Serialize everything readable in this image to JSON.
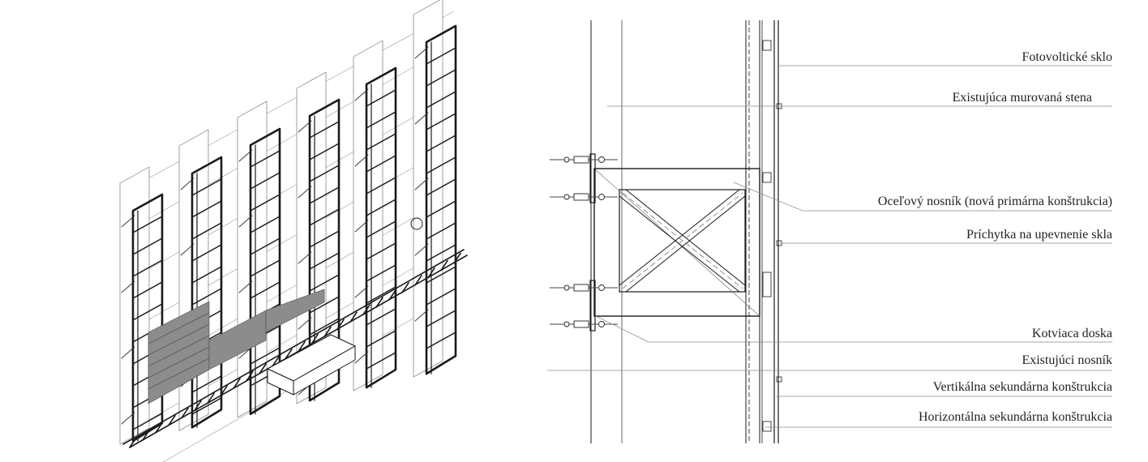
{
  "labels": [
    {
      "key": "pv_glass",
      "text": "Fotovoltické sklo"
    },
    {
      "key": "masonry_wall",
      "text": "Existujúca murovaná stena"
    },
    {
      "key": "steel_beam",
      "text": "Oceľový nosník (nová primárna konštrukcia)"
    },
    {
      "key": "glass_clip",
      "text": "Príchytka na upevnenie skla"
    },
    {
      "key": "anchor_plate",
      "text": "Kotviaca doska"
    },
    {
      "key": "existing_beam",
      "text": "Existujúci nosník"
    },
    {
      "key": "vertical_secondary",
      "text": "Vertikálna sekundárna konštrukcia"
    },
    {
      "key": "horizontal_secondary",
      "text": "Horizontálna sekundárna konštrukcia"
    }
  ],
  "colors": {
    "line": "#1a1a1a",
    "thin": "#555555",
    "leader": "#8a8a8a",
    "panel": "#8c8c8c"
  }
}
